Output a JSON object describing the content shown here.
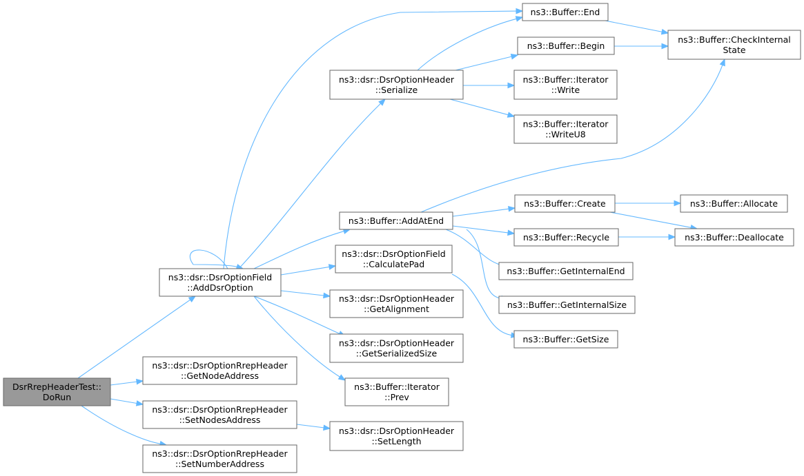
{
  "graph": {
    "colors": {
      "node_fill": "#ffffff",
      "root_fill": "#999999",
      "border": "#666666",
      "edge": "#63b8ff"
    },
    "nodes": [
      {
        "id": "dorun",
        "lines": [
          "DsrRrepHeaderTest::",
          "DoRun"
        ],
        "root": true
      },
      {
        "id": "adddsroption",
        "lines": [
          "ns3::dsr::DsrOptionField",
          "::AddDsrOption"
        ]
      },
      {
        "id": "getnodeaddress",
        "lines": [
          "ns3::dsr::DsrOptionRrepHeader",
          "::GetNodeAddress"
        ]
      },
      {
        "id": "setnodesaddress",
        "lines": [
          "ns3::dsr::DsrOptionRrepHeader",
          "::SetNodesAddress"
        ]
      },
      {
        "id": "setnumberaddress",
        "lines": [
          "ns3::dsr::DsrOptionRrepHeader",
          "::SetNumberAddress"
        ]
      },
      {
        "id": "serialize",
        "lines": [
          "ns3::dsr::DsrOptionHeader",
          "::Serialize"
        ]
      },
      {
        "id": "addatend",
        "lines": [
          "ns3::Buffer::AddAtEnd"
        ]
      },
      {
        "id": "calculatepad",
        "lines": [
          "ns3::dsr::DsrOptionField",
          "::CalculatePad"
        ]
      },
      {
        "id": "getalignment",
        "lines": [
          "ns3::dsr::DsrOptionHeader",
          "::GetAlignment"
        ]
      },
      {
        "id": "getserializedsize",
        "lines": [
          "ns3::dsr::DsrOptionHeader",
          "::GetSerializedSize"
        ]
      },
      {
        "id": "iterprev",
        "lines": [
          "ns3::Buffer::Iterator",
          "::Prev"
        ]
      },
      {
        "id": "setlength",
        "lines": [
          "ns3::dsr::DsrOptionHeader",
          "::SetLength"
        ]
      },
      {
        "id": "end",
        "lines": [
          "ns3::Buffer::End"
        ]
      },
      {
        "id": "begin",
        "lines": [
          "ns3::Buffer::Begin"
        ]
      },
      {
        "id": "iterwrite",
        "lines": [
          "ns3::Buffer::Iterator",
          "::Write"
        ]
      },
      {
        "id": "iterwriteu8",
        "lines": [
          "ns3::Buffer::Iterator",
          "::WriteU8"
        ]
      },
      {
        "id": "create",
        "lines": [
          "ns3::Buffer::Create"
        ]
      },
      {
        "id": "recycle",
        "lines": [
          "ns3::Buffer::Recycle"
        ]
      },
      {
        "id": "getinternalend",
        "lines": [
          "ns3::Buffer::GetInternalEnd"
        ]
      },
      {
        "id": "getinternalsize",
        "lines": [
          "ns3::Buffer::GetInternalSize"
        ]
      },
      {
        "id": "getsize",
        "lines": [
          "ns3::Buffer::GetSize"
        ]
      },
      {
        "id": "checkinternalstate",
        "lines": [
          "ns3::Buffer::CheckInternal",
          "State"
        ]
      },
      {
        "id": "allocate",
        "lines": [
          "ns3::Buffer::Allocate"
        ]
      },
      {
        "id": "deallocate",
        "lines": [
          "ns3::Buffer::Deallocate"
        ]
      }
    ],
    "edges": [
      {
        "from": "dorun",
        "to": "adddsroption"
      },
      {
        "from": "dorun",
        "to": "getnodeaddress"
      },
      {
        "from": "dorun",
        "to": "setnodesaddress"
      },
      {
        "from": "dorun",
        "to": "setnumberaddress"
      },
      {
        "from": "adddsroption",
        "to": "adddsroption"
      },
      {
        "from": "adddsroption",
        "to": "serialize"
      },
      {
        "from": "adddsroption",
        "to": "end"
      },
      {
        "from": "adddsroption",
        "to": "addatend"
      },
      {
        "from": "adddsroption",
        "to": "calculatepad"
      },
      {
        "from": "adddsroption",
        "to": "getalignment"
      },
      {
        "from": "adddsroption",
        "to": "getserializedsize"
      },
      {
        "from": "adddsroption",
        "to": "iterprev"
      },
      {
        "from": "setnodesaddress",
        "to": "setlength"
      },
      {
        "from": "serialize",
        "to": "end"
      },
      {
        "from": "serialize",
        "to": "begin"
      },
      {
        "from": "serialize",
        "to": "iterwrite"
      },
      {
        "from": "serialize",
        "to": "iterwriteu8"
      },
      {
        "from": "end",
        "to": "checkinternalstate"
      },
      {
        "from": "begin",
        "to": "checkinternalstate"
      },
      {
        "from": "addatend",
        "to": "checkinternalstate"
      },
      {
        "from": "addatend",
        "to": "create"
      },
      {
        "from": "addatend",
        "to": "recycle"
      },
      {
        "from": "addatend",
        "to": "getinternalend"
      },
      {
        "from": "addatend",
        "to": "getinternalsize"
      },
      {
        "from": "calculatepad",
        "to": "getsize"
      },
      {
        "from": "create",
        "to": "allocate"
      },
      {
        "from": "create",
        "to": "deallocate"
      },
      {
        "from": "recycle",
        "to": "deallocate"
      }
    ]
  }
}
